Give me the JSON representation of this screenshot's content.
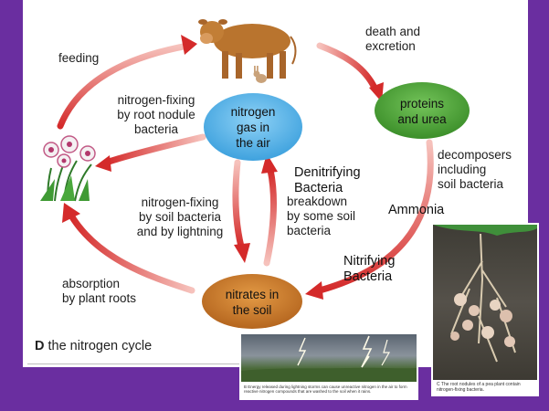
{
  "figure_label": {
    "letter": "D",
    "text": "the nitrogen cycle"
  },
  "nodes": {
    "air": "nitrogen\ngas in\nthe air",
    "proteins": "proteins\nand urea",
    "soil": "nitrates in\nthe soil"
  },
  "labels": {
    "feeding": "feeding",
    "death": "death and\nexcretion",
    "root_nodule": "nitrogen-fixing\nby root nodule\nbacteria",
    "decomposers": "decomposers\nincluding\nsoil bacteria",
    "soil_bacteria": "nitrogen-fixing\nby soil bacteria\nand by lightning",
    "breakdown": "breakdown\nby some soil\nbacteria",
    "absorption": "absorption\nby plant roots",
    "denitrifying": "Denitrifying\nBacteria",
    "ammonia": "Ammonia",
    "nitrifying": "Nitrifying\nBacteria"
  },
  "photos": {
    "lightning_caption": "B Energy released during lightning storms can cause unreactive nitrogen in the air to form reactive nitrogen compounds that are washed to the soil when it rains.",
    "nodules_caption": "C The root nodules of a pea plant contain nitrogen-fixing bacteria."
  },
  "colors": {
    "background": "#6a2ea0",
    "air_node": "#5ab4e8",
    "proteins_node": "#52a63c",
    "soil_node": "#c97c2c",
    "arrow": "#d42a2a"
  }
}
